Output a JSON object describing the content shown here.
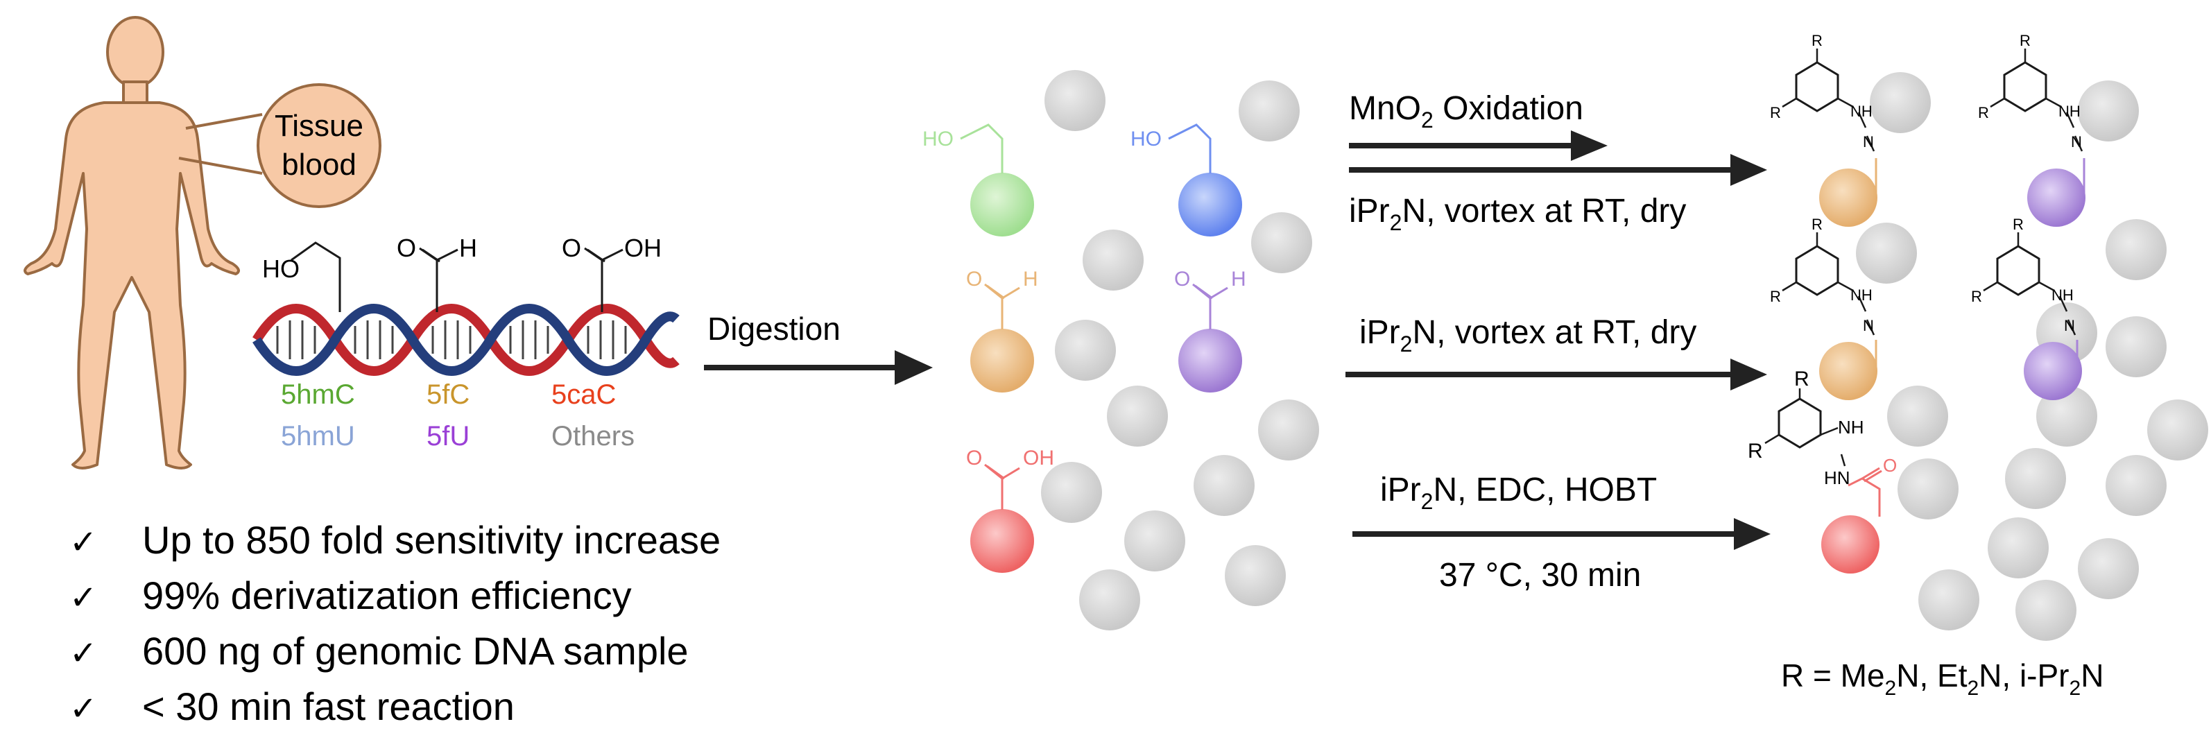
{
  "source_panel": {
    "tissue_label_line1": "Tissue",
    "tissue_label_line2": "blood",
    "mod_groups": {
      "hydroxyl": "HO",
      "aldehyde_o": "O",
      "aldehyde_h": "H",
      "carboxyl_o": "O",
      "carboxyl_oh": "OH"
    },
    "modifications": [
      {
        "label": "5hmC",
        "color": "#5aa832"
      },
      {
        "label": "5fC",
        "color": "#c9952c"
      },
      {
        "label": "5caC",
        "color": "#e8401c"
      },
      {
        "label": "5hmU",
        "color": "#8aa4d6"
      },
      {
        "label": "5fU",
        "color": "#9a3fd6"
      },
      {
        "label": "Others",
        "color": "#8a8a8a"
      }
    ]
  },
  "digestion": {
    "label": "Digestion"
  },
  "nucleoside_groups": {
    "ho": "HO",
    "o": "O",
    "h": "H",
    "oh": "OH"
  },
  "reactions": {
    "oxidation_label": "MnO",
    "oxidation_sub": "2",
    "oxidation_suffix": " Oxidation",
    "cond1_prefix": "iPr",
    "cond1_sub": "2",
    "cond1_suffix": "N, vortex at RT, dry",
    "cond2_prefix": "iPr",
    "cond2_sub": "2",
    "cond2_suffix": "N, vortex at RT, dry",
    "cond3_prefix": "iPr",
    "cond3_sub": "2",
    "cond3_suffix": "N, EDC, HOBT",
    "cond3_line2": "37 °C, 30 min"
  },
  "products": {
    "atom_r": "R",
    "atom_n": "N",
    "nh": "NH",
    "hn": "HN",
    "o": "O",
    "r_definition_prefix": "R = Me",
    "r_sub1": "2",
    "r_mid1": "N, Et",
    "r_sub2": "2",
    "r_mid2": "N, i-Pr",
    "r_sub3": "2",
    "r_suffix": "N"
  },
  "features": [
    {
      "check": "✓",
      "text": "Up to 850 fold sensitivity increase"
    },
    {
      "check": "✓",
      "text": "99% derivatization efficiency"
    },
    {
      "check": "✓",
      "text": "600 ng of genomic DNA sample"
    },
    {
      "check": "✓",
      "text": "< 30 min fast reaction"
    }
  ],
  "colors": {
    "skin": "#f7c9a6",
    "outline": "#9a6a42",
    "dna_red": "#c0272d",
    "dna_blue": "#243e7c",
    "green": "#a8e29a",
    "blue": "#6f8ff0",
    "orange": "#e8b476",
    "purple": "#a884d8",
    "red": "#f07070",
    "gray": "#d2d2d2",
    "arrow": "#222222"
  }
}
